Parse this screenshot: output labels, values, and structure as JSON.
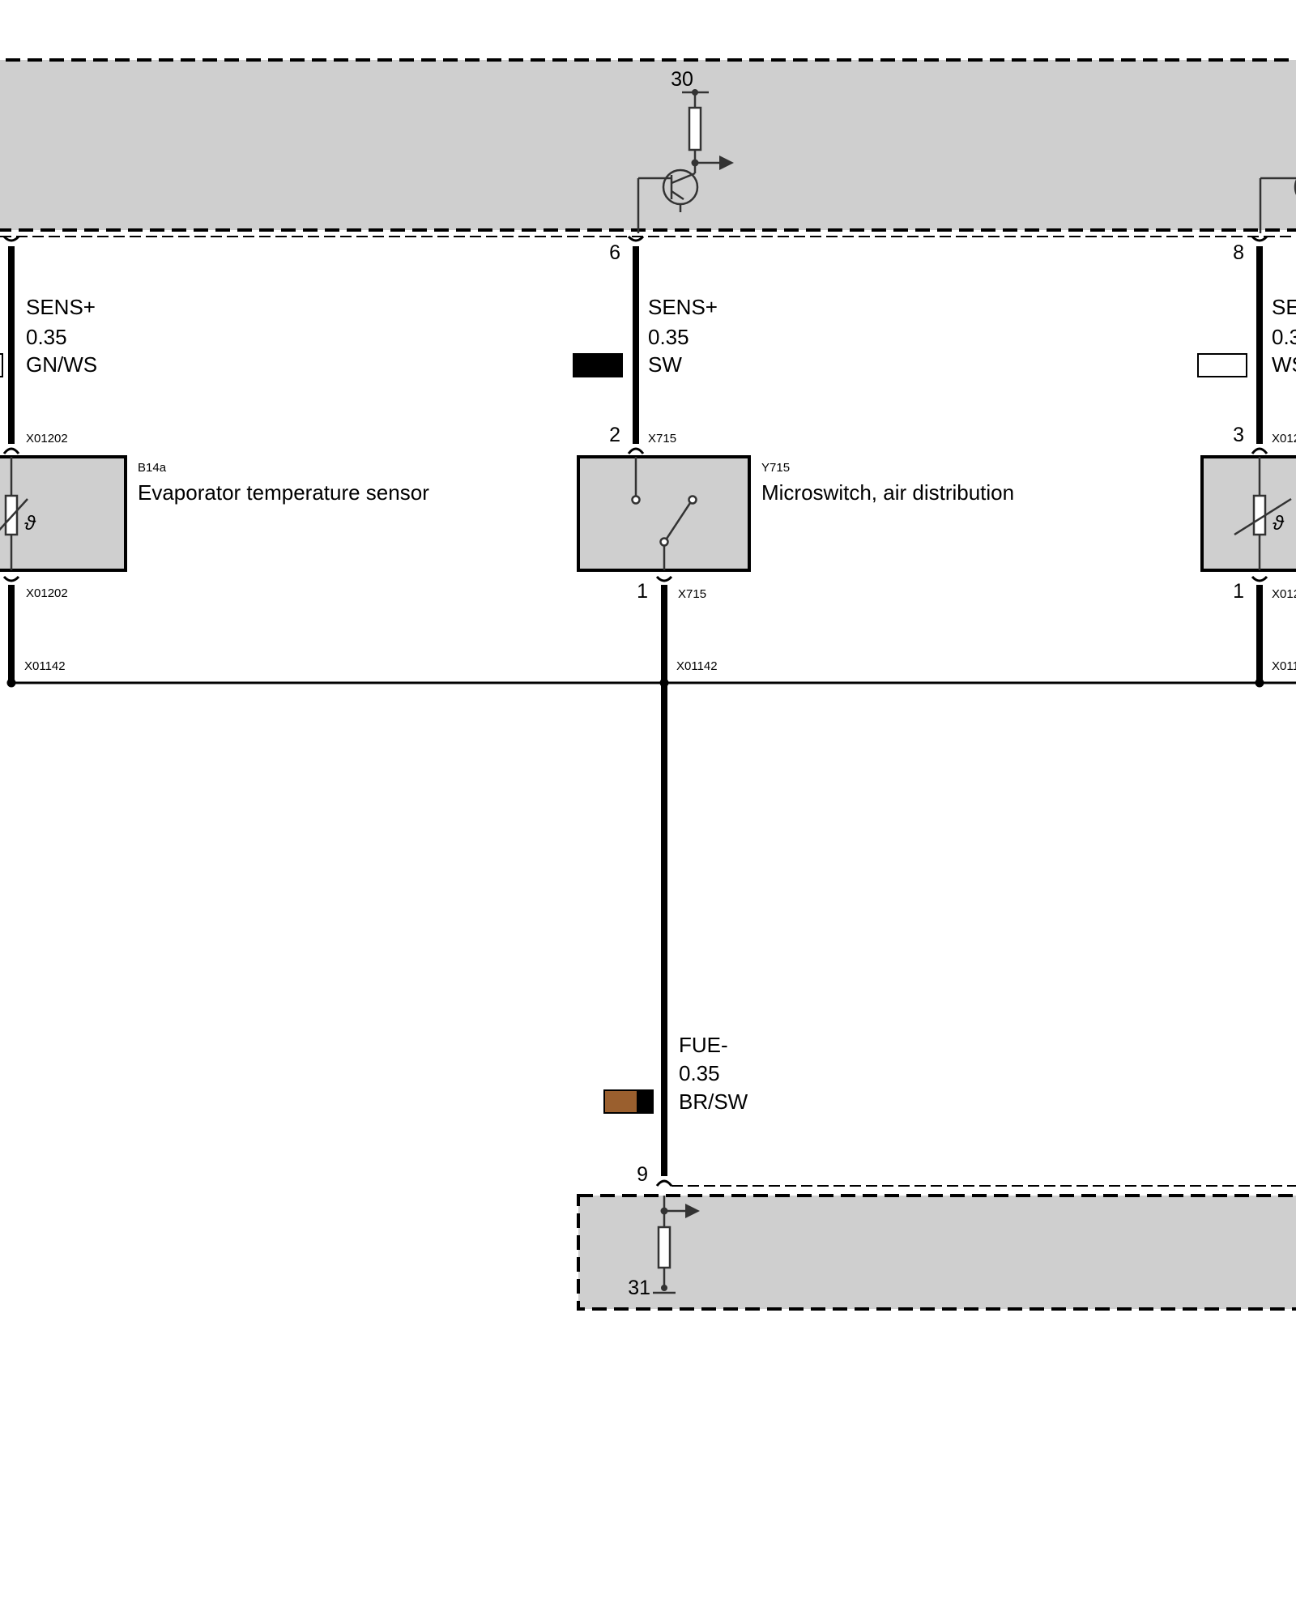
{
  "supply": {
    "terminal_30": "30",
    "terminal_31": "31"
  },
  "wires": [
    {
      "id": "w1",
      "signal": "SENS+",
      "gauge": "0.35",
      "color_code": "GN/WS",
      "top_pin": "",
      "bottom_pin": "",
      "swatch": [
        "#2e7d32",
        "#ffffff"
      ]
    },
    {
      "id": "w2",
      "signal": "SENS+",
      "gauge": "0.35",
      "color_code": "SW",
      "top_pin": "6",
      "bottom_pin": "2",
      "swatch": [
        "#000000",
        "#000000"
      ]
    },
    {
      "id": "w3",
      "signal": "SE",
      "gauge": "0.3",
      "color_code": "WS",
      "top_pin": "8",
      "bottom_pin": "3",
      "swatch": [
        "#ffffff",
        "#ffffff"
      ]
    },
    {
      "id": "w4",
      "signal": "FUE-",
      "gauge": "0.35",
      "color_code": "BR/SW",
      "top_pin": "9",
      "bottom_pin": "",
      "swatch": [
        "#9a5f2e",
        "#000000"
      ]
    }
  ],
  "components": [
    {
      "id": "B14a",
      "code": "B14a",
      "name": "Evaporator temperature sensor"
    },
    {
      "id": "Y715",
      "code": "Y715",
      "name": "Microswitch, air distribution"
    }
  ],
  "connectors": {
    "c1_top": "X01202",
    "c1_bottom": "X01202",
    "c1_ground": "X01142",
    "c2_top": "X715",
    "c2_bottom": "X715",
    "c2_ground": "X01142",
    "c3_top": "X012",
    "c3_bottom": "X012",
    "c3_ground": "X011"
  },
  "pins": {
    "y715_bottom": "1",
    "c3_bottom": "1"
  },
  "symbols": {
    "thermistor_mark": "ϑ"
  }
}
